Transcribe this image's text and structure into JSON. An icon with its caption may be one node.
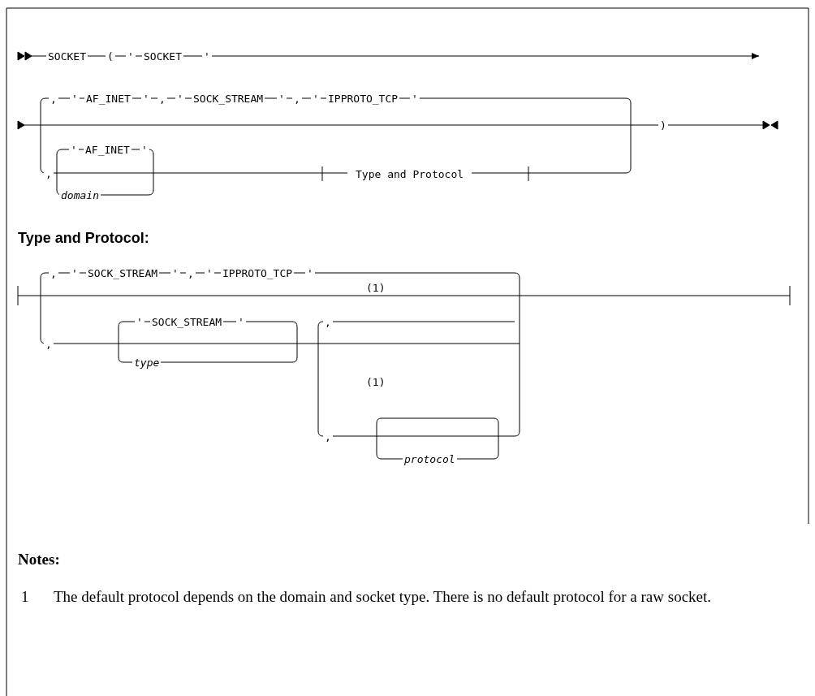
{
  "diagram": {
    "labels": [
      "SOCKET",
      "(",
      "'",
      "SOCKET",
      "'",
      ",",
      "'",
      "AF_INET",
      "'",
      ",",
      "'",
      "SOCK_STREAM",
      "'",
      ",",
      "'",
      "IPPROTO_TCP",
      "'",
      ")",
      ",",
      "'",
      "AF_INET",
      "'",
      "domain",
      "Type and Protocol",
      "Type and Protocol:",
      ",",
      "'",
      "SOCK_STREAM",
      "'",
      ",",
      "'",
      "IPPROTO_TCP",
      "'",
      "(1)",
      ",",
      "'",
      "SOCK_STREAM",
      "'",
      "type",
      ",",
      "(1)",
      ",",
      "protocol",
      "Notes:",
      "1",
      "The default protocol depends on the domain and socket type. There is no default protocol for a raw socket."
    ]
  }
}
